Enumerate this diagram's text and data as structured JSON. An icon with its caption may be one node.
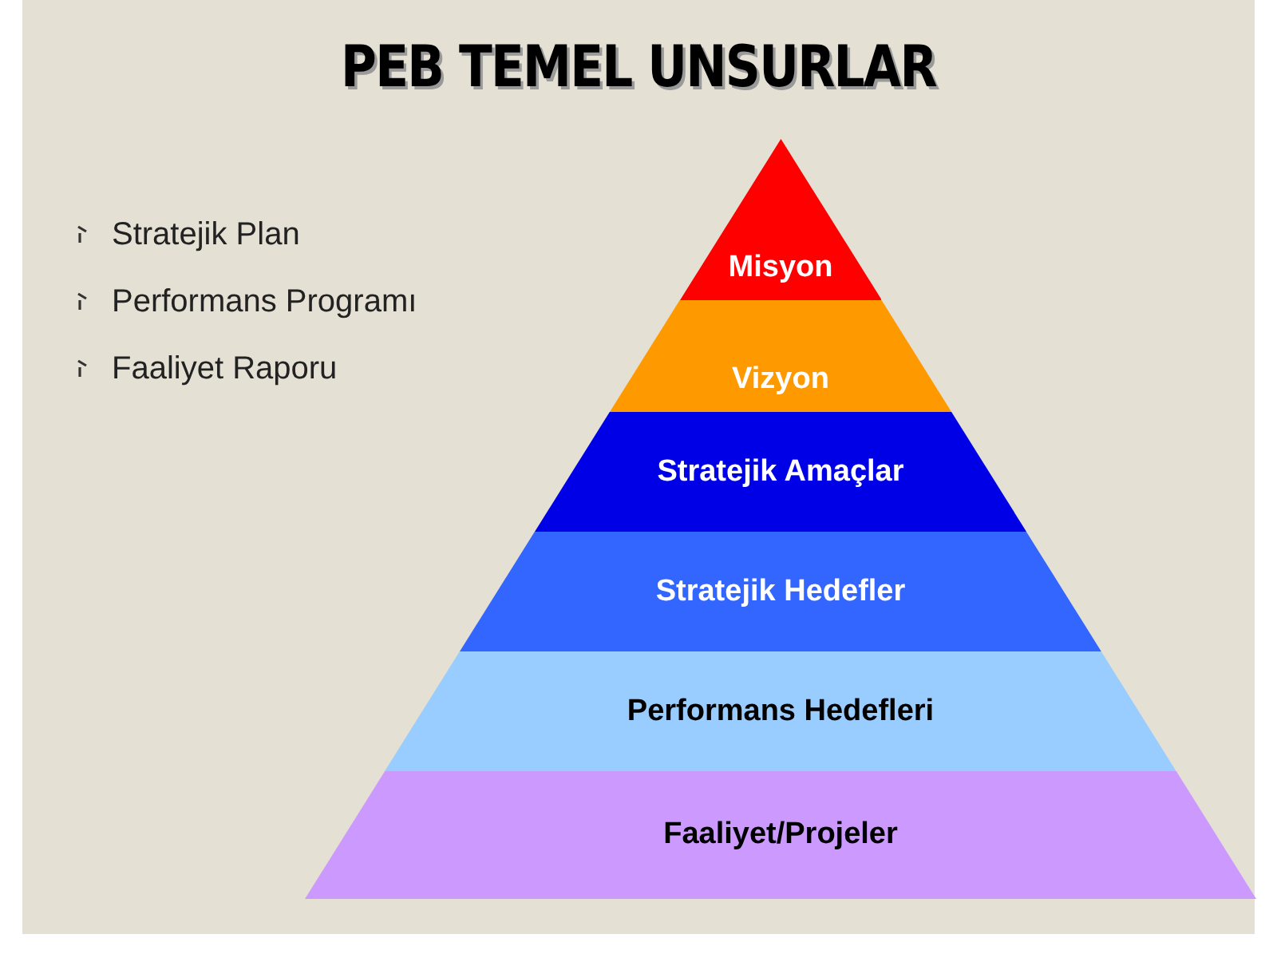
{
  "diagram": {
    "title": "PEB TEMEL UNSURLAR",
    "nodes": [
      {
        "text": [
          "Misyon"
        ]
      },
      {
        "text": [
          "Vizyon"
        ]
      },
      {
        "text": [
          "Stratejik Amaçlar"
        ]
      },
      {
        "text": [
          "Stratejik Hedefler"
        ]
      },
      {
        "text": [
          "Performans Hedefleri"
        ]
      },
      {
        "text": [
          "Faaliyet/Projeler"
        ]
      }
    ],
    "labels": [
      "Stratejik Plan",
      "Performans Programı",
      "Faaliyet Raporu"
    ]
  }
}
